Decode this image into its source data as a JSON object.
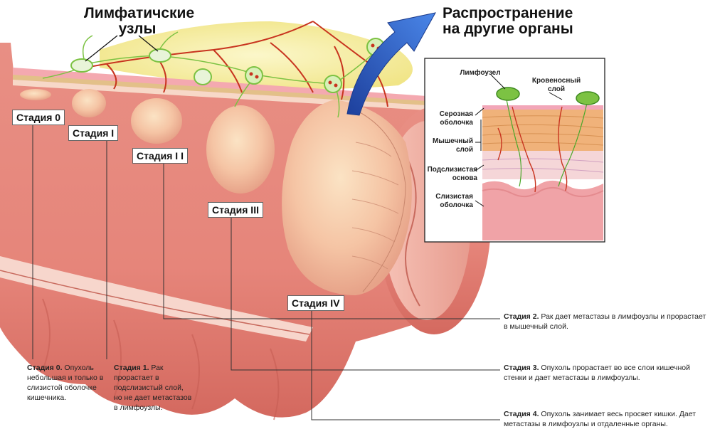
{
  "titles": {
    "lymph_nodes": "Лимфатичские\nузлы",
    "spread": "Распространение\nна другие органы"
  },
  "stages": {
    "s0": "Стадия 0",
    "s1": "Стадия I",
    "s2": "Стадия I I",
    "s3": "Стадия III",
    "s4": "Стадия IV"
  },
  "inset": {
    "lymph_node": "Лимфоузел",
    "blood_layer": "Кровеносный\nслой",
    "serosa": "Серозная\nоболочка",
    "muscle": "Мышечный\nслой",
    "submucosa": "Подслизистая\nоснова",
    "mucosa": "Слизистая\nоболочка"
  },
  "notes": {
    "n0": {
      "head": "Стадия 0.",
      "text": " Опухоль небольшая и только в слизистой оболочке кишечника."
    },
    "n1": {
      "head": "Стадия 1.",
      "text": " Рак прорастает в подслизистый слой, но не дает метастазов в лимфоузлы."
    },
    "n2": {
      "head": "Стадия 2.",
      "text": " Рак дает метастазы в лимфоузлы и прорастает в мышечный слой."
    },
    "n3": {
      "head": "Стадия 3.",
      "text": " Опухоль прорастает во все слои кишечной стенки и дает метастазы в лимфоузлы."
    },
    "n4": {
      "head": "Стадия 4.",
      "text": " Опухоль занимает весь просвет кишки. Дает метастазы в лимфоузлы и отдаленные органы."
    }
  },
  "colors": {
    "colon_wall": "#e58a80",
    "colon_lumen": "#f2b3a6",
    "tumor": "#f6c6a6",
    "fat": "#f6ee9a",
    "vessel": "#c8341f",
    "lymph": "#7cc243",
    "arrow": "#2f63c8"
  }
}
